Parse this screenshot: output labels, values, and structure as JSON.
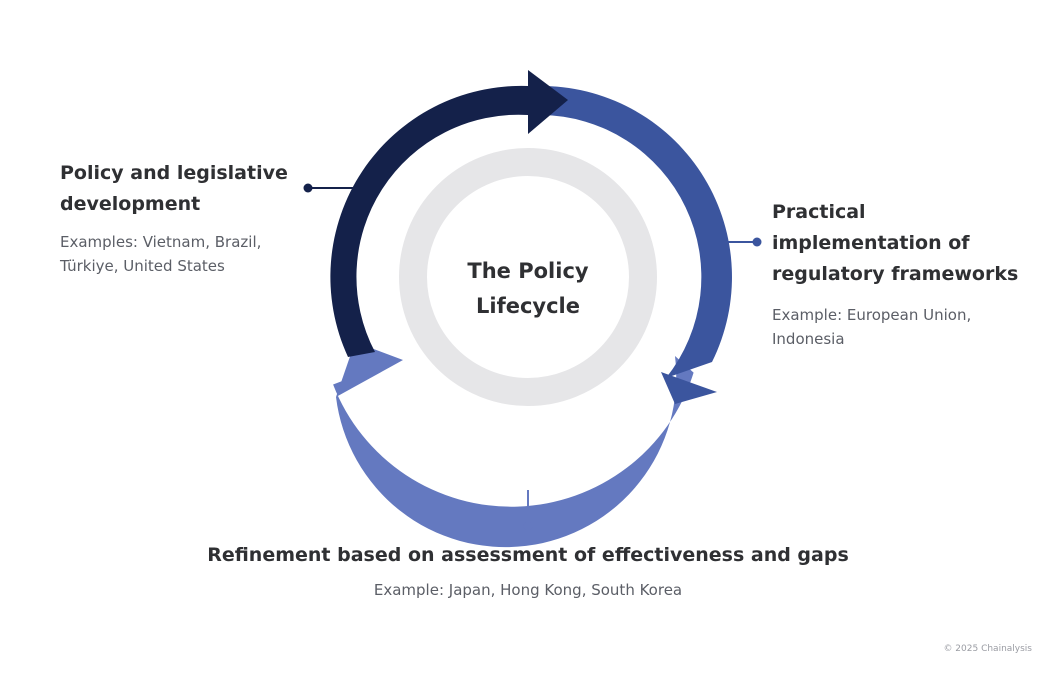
{
  "center": {
    "title_line1": "The Policy",
    "title_line2": "Lifecycle"
  },
  "stages": [
    {
      "heading_line1": "Policy and legislative",
      "heading_line2": "development",
      "sub_line1": "Examples: Vietnam, Brazil,",
      "sub_line2": "Türkiye, United States",
      "color": "#14214a"
    },
    {
      "heading_line1": "Practical",
      "heading_line2": "implementation of",
      "heading_line3": "regulatory frameworks",
      "sub_line1": "Example: European Union,",
      "sub_line2": "Indonesia",
      "color": "#3b559e"
    },
    {
      "heading_line1": "Refinement based on assessment of effectiveness and gaps",
      "sub_line1": "Example: Japan, Hong Kong, South Korea",
      "color": "#6479c0"
    }
  ],
  "ring_color": "#e6e6e8",
  "copyright": "© 2025 Chainalysis"
}
